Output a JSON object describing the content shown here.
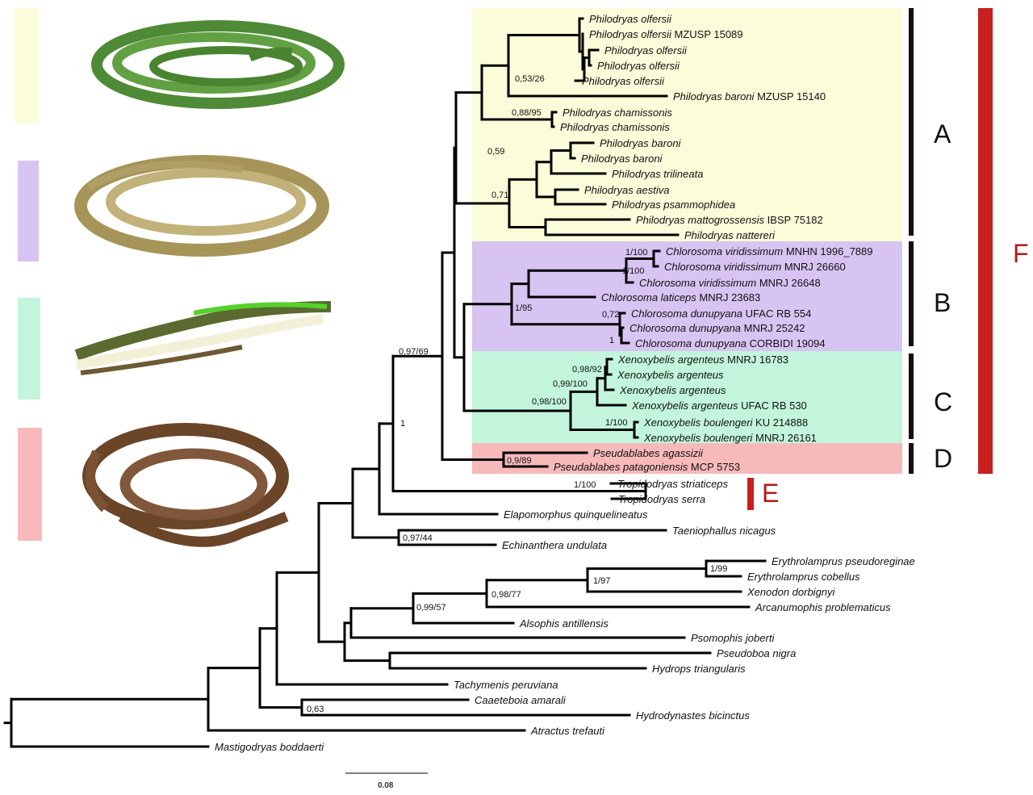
{
  "colors": {
    "A": "#fbfcd9",
    "B": "#d8c4f2",
    "C": "#c2f5dc",
    "D": "#f7b9b9",
    "branch": "#000000",
    "bar_dark": "#1a0c0c",
    "bar_red": "#c71e1e",
    "snake_green": "#5a9a3e",
    "snake_tan": "#b5a36a",
    "snake_vine": "#6a7a3e",
    "snake_brown": "#7a5030"
  },
  "clades": {
    "A": "A",
    "B": "B",
    "C": "C",
    "D": "D",
    "E": "E",
    "F": "F"
  },
  "scale_label": "0.08",
  "taxa": [
    {
      "id": "t1",
      "genus": "Philodryas olfersii",
      "extra": ""
    },
    {
      "id": "t2",
      "genus": "Philodryas olfersii",
      "extra": " MZUSP 15089"
    },
    {
      "id": "t3",
      "genus": "Philodryas olfersii",
      "extra": ""
    },
    {
      "id": "t4",
      "genus": "Philodryas olfersii",
      "extra": ""
    },
    {
      "id": "t5",
      "genus": "Philodryas olfersii",
      "extra": ""
    },
    {
      "id": "t6",
      "genus": "Philodryas baroni",
      "extra": " MZUSP 15140"
    },
    {
      "id": "t7",
      "genus": "Philodryas chamissonis",
      "extra": ""
    },
    {
      "id": "t8",
      "genus": "Philodryas chamissonis",
      "extra": ""
    },
    {
      "id": "t9",
      "genus": "Philodryas baroni",
      "extra": ""
    },
    {
      "id": "t10",
      "genus": "Philodryas baroni",
      "extra": ""
    },
    {
      "id": "t11",
      "genus": "Philodryas trilineata",
      "extra": ""
    },
    {
      "id": "t12",
      "genus": "Philodryas aestiva",
      "extra": ""
    },
    {
      "id": "t13",
      "genus": "Philodryas psammophidea",
      "extra": ""
    },
    {
      "id": "t14",
      "genus": "Philodryas mattogrossensis",
      "extra": " IBSP 75182"
    },
    {
      "id": "t15",
      "genus": "Philodryas nattereri",
      "extra": ""
    },
    {
      "id": "t16",
      "genus": "Chlorosoma viridissimum",
      "extra": " MNHN 1996_7889"
    },
    {
      "id": "t17",
      "genus": "Chlorosoma viridissimum",
      "extra": " MNRJ 26660"
    },
    {
      "id": "t18",
      "genus": "Chlorosoma viridissimum",
      "extra": " MNRJ 26648"
    },
    {
      "id": "t19",
      "genus": "Chlorosoma laticeps",
      "extra": " MNRJ 23683"
    },
    {
      "id": "t20",
      "genus": "Chlorosoma dunupyana",
      "extra": " UFAC RB 554"
    },
    {
      "id": "t21",
      "genus": "Chlorosoma dunupyana",
      "extra": " MNRJ 25242"
    },
    {
      "id": "t22",
      "genus": "Chlorosoma dunupyana",
      "extra": " CORBIDI 19094"
    },
    {
      "id": "t23",
      "genus": "Xenoxybelis argenteus",
      "extra": " MNRJ 16783"
    },
    {
      "id": "t24",
      "genus": "Xenoxybelis argenteus",
      "extra": ""
    },
    {
      "id": "t25",
      "genus": "Xenoxybelis argenteus",
      "extra": ""
    },
    {
      "id": "t26",
      "genus": "Xenoxybelis argenteus",
      "extra": " UFAC RB 530"
    },
    {
      "id": "t27",
      "genus": "Xenoxybelis boulengeri",
      "extra": " KU 214888"
    },
    {
      "id": "t28",
      "genus": "Xenoxybelis boulengeri",
      "extra": " MNRJ 26161"
    },
    {
      "id": "t29",
      "genus": "Pseudablabes agassizii",
      "extra": ""
    },
    {
      "id": "t30",
      "genus": "Pseudablabes patagoniensis",
      "extra": " MCP 5753"
    },
    {
      "id": "t31",
      "genus": "Tropidodryas striaticeps",
      "extra": ""
    },
    {
      "id": "t32",
      "genus": "Tropidodryas serra",
      "extra": ""
    },
    {
      "id": "t33",
      "genus": "Elapomorphus quinquelineatus",
      "extra": ""
    },
    {
      "id": "t34",
      "genus": "Taeniophallus nicagus",
      "extra": ""
    },
    {
      "id": "t35",
      "genus": "Echinanthera undulata",
      "extra": ""
    },
    {
      "id": "t36",
      "genus": "Erythrolamprus pseudoreginae",
      "extra": ""
    },
    {
      "id": "t37",
      "genus": "Erythrolamprus cobellus",
      "extra": ""
    },
    {
      "id": "t38",
      "genus": "Xenodon dorbignyi",
      "extra": ""
    },
    {
      "id": "t39",
      "genus": "Arcanumophis problematicus",
      "extra": ""
    },
    {
      "id": "t40",
      "genus": "Alsophis antillensis",
      "extra": ""
    },
    {
      "id": "t41",
      "genus": "Psomophis joberti",
      "extra": ""
    },
    {
      "id": "t42",
      "genus": "Pseudoboa nigra",
      "extra": ""
    },
    {
      "id": "t43",
      "genus": "Hydrops triangularis",
      "extra": ""
    },
    {
      "id": "t44",
      "genus": "Tachymenis peruviana",
      "extra": ""
    },
    {
      "id": "t45",
      "genus": "Caaeteboia amarali",
      "extra": ""
    },
    {
      "id": "t46",
      "genus": "Hydrodynastes bicinctus",
      "extra": ""
    },
    {
      "id": "t47",
      "genus": "Atractus trefauti",
      "extra": ""
    },
    {
      "id": "t48",
      "genus": "Mastigodryas boddaerti",
      "extra": ""
    }
  ],
  "supports": [
    {
      "id": "s1",
      "text": "0,53/26"
    },
    {
      "id": "s2",
      "text": "0,88/95"
    },
    {
      "id": "s3",
      "text": "0,59"
    },
    {
      "id": "s4",
      "text": "0,71"
    },
    {
      "id": "s5",
      "text": "1/100"
    },
    {
      "id": "s6",
      "text": "1/100"
    },
    {
      "id": "s7",
      "text": "1/95"
    },
    {
      "id": "s8",
      "text": "0,72"
    },
    {
      "id": "s9",
      "text": "1"
    },
    {
      "id": "s10",
      "text": "0,98/92"
    },
    {
      "id": "s11",
      "text": "0,99/100"
    },
    {
      "id": "s12",
      "text": "0,98/100"
    },
    {
      "id": "s13",
      "text": "1/100"
    },
    {
      "id": "s14",
      "text": "0,9/89"
    },
    {
      "id": "s15",
      "text": "0,97/69"
    },
    {
      "id": "s16",
      "text": "1"
    },
    {
      "id": "s17",
      "text": "1/100"
    },
    {
      "id": "s18",
      "text": "0,97/44"
    },
    {
      "id": "s19",
      "text": "1/99"
    },
    {
      "id": "s20",
      "text": "1/97"
    },
    {
      "id": "s21",
      "text": "0,98/77"
    },
    {
      "id": "s22",
      "text": "0,99/57"
    },
    {
      "id": "s23",
      "text": "0,63"
    }
  ]
}
